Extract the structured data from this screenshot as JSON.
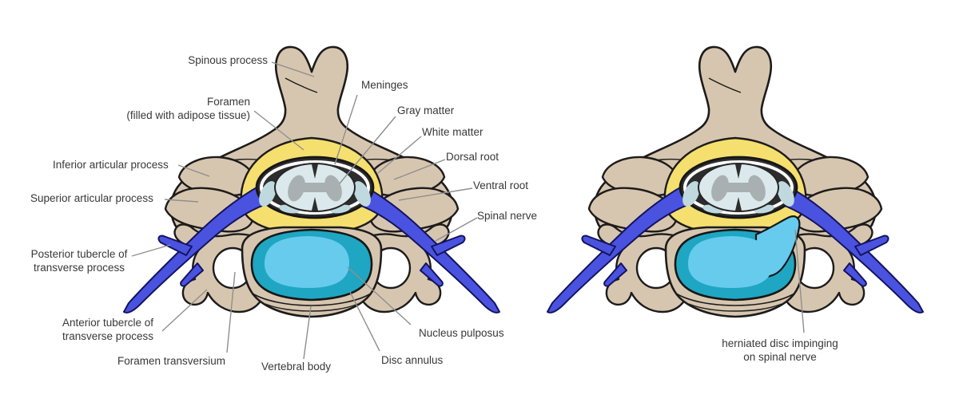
{
  "figure": {
    "left_labels": [
      {
        "id": "spinous-process",
        "text": "Spinous process"
      },
      {
        "id": "foramen-adipose",
        "text": "Foramen\n(filled with adipose tissue)"
      },
      {
        "id": "meninges",
        "text": "Meninges"
      },
      {
        "id": "gray-matter",
        "text": "Gray matter"
      },
      {
        "id": "white-matter",
        "text": "White matter"
      },
      {
        "id": "dorsal-root",
        "text": "Dorsal root"
      },
      {
        "id": "ventral-root",
        "text": "Ventral root"
      },
      {
        "id": "spinal-nerve",
        "text": "Spinal nerve"
      },
      {
        "id": "inferior-articular-process",
        "text": "Inferior articular process"
      },
      {
        "id": "superior-articular-process",
        "text": "Superior articular process"
      },
      {
        "id": "posterior-tubercle",
        "text": "Posterior tubercle of\ntransverse process"
      },
      {
        "id": "anterior-tubercle",
        "text": "Anterior tubercle of\ntransverse process"
      },
      {
        "id": "foramen-transversium",
        "text": "Foramen transversium"
      },
      {
        "id": "vertebral-body",
        "text": "Vertebral body"
      },
      {
        "id": "disc-annulus",
        "text": "Disc annulus"
      },
      {
        "id": "nucleus-pulposus",
        "text": "Nucleus pulposus"
      }
    ],
    "right_labels": [
      {
        "id": "herniated-disc",
        "text": "herniated disc impinging\non spinal nerve"
      }
    ],
    "colors": {
      "background": "#FFFFFF",
      "bone": "#D7C6AF",
      "bone_outline": "#1C1C1C",
      "adipose_yellow": "#F5DF6E",
      "nerve_blue": "#4A53DF",
      "nerve_outline": "#13135E",
      "dura_dark": "#2D2D2D",
      "dura_ring_white": "#FFFFFF",
      "csf_light_blue": "#BFD9DF",
      "white_matter": "#DCE9EC",
      "gray_matter": "#A9B0B2",
      "disc_annulus_teal": "#1FA6C2",
      "nucleus_blue": "#67CBEE",
      "leader_line": "#8F8F8F",
      "label_text": "#383838"
    }
  }
}
